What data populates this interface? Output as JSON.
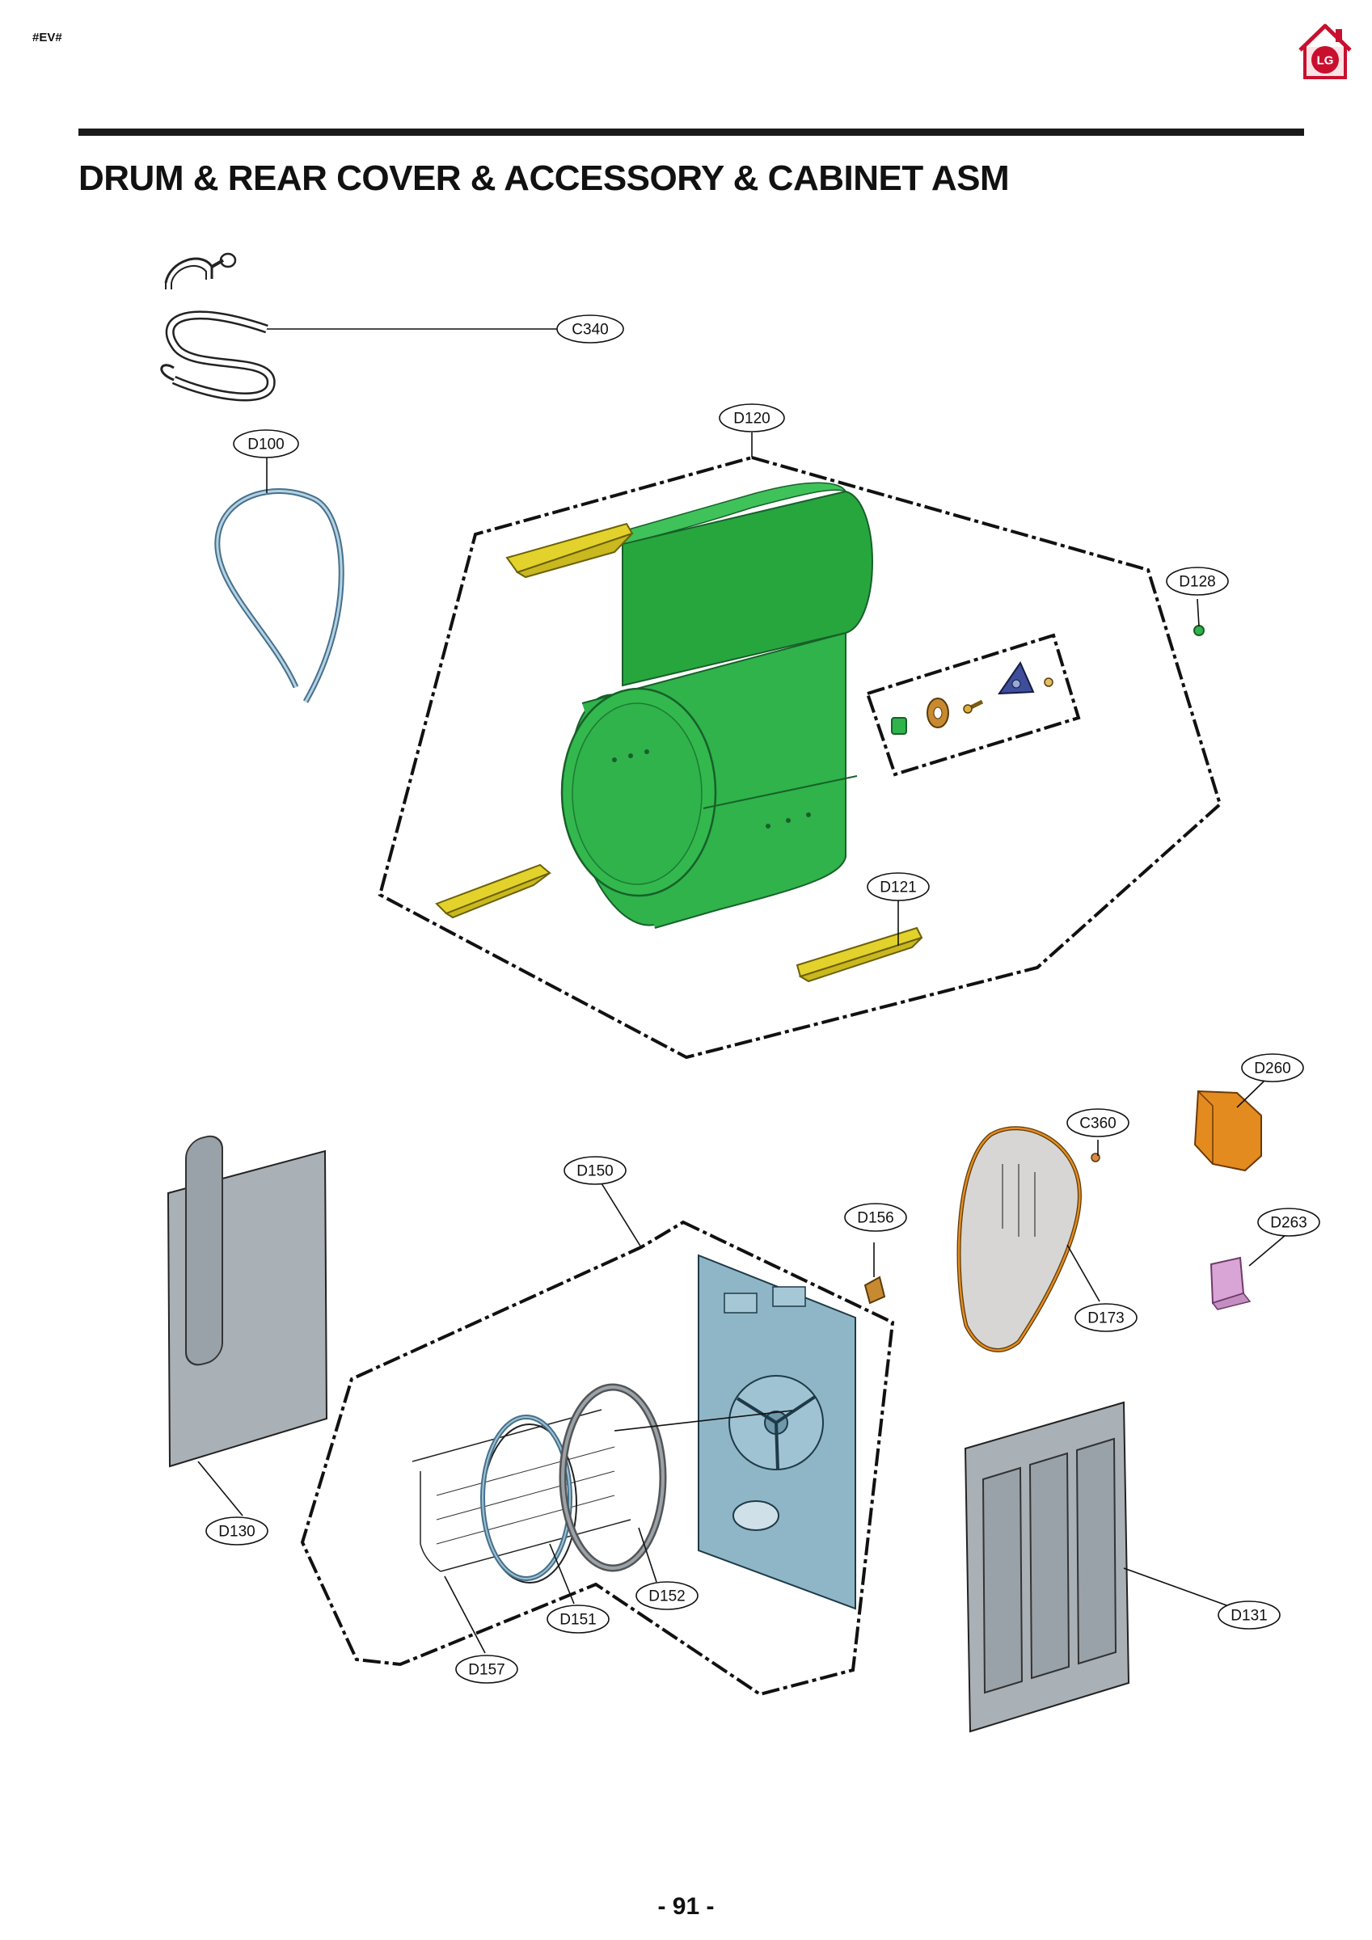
{
  "header": {
    "tag": "#EV#",
    "title": "DRUM & REAR COVER & ACCESSORY & CABINET ASM",
    "logo": {
      "icon": "lg-home-logo-icon",
      "text": "LG"
    }
  },
  "callouts": {
    "C340": "C340",
    "D100": "D100",
    "D120": "D120",
    "D121": "D121",
    "D128": "D128",
    "D130": "D130",
    "D131": "D131",
    "D150": "D150",
    "D151": "D151",
    "D152": "D152",
    "D156": "D156",
    "D157": "D157",
    "D173": "D173",
    "C360": "C360",
    "D260": "D260",
    "D263": "D263"
  },
  "colors": {
    "drum": "#2fb34a",
    "lifter": "#e3d22b",
    "rear_plate": "#8fb6c6",
    "cabinet_panel": "#a9b0b6",
    "duct": "#e48b1f",
    "clip": "#d9a5d6",
    "logo": "#c8102e"
  },
  "footer": {
    "page_number": "- 91 -"
  }
}
